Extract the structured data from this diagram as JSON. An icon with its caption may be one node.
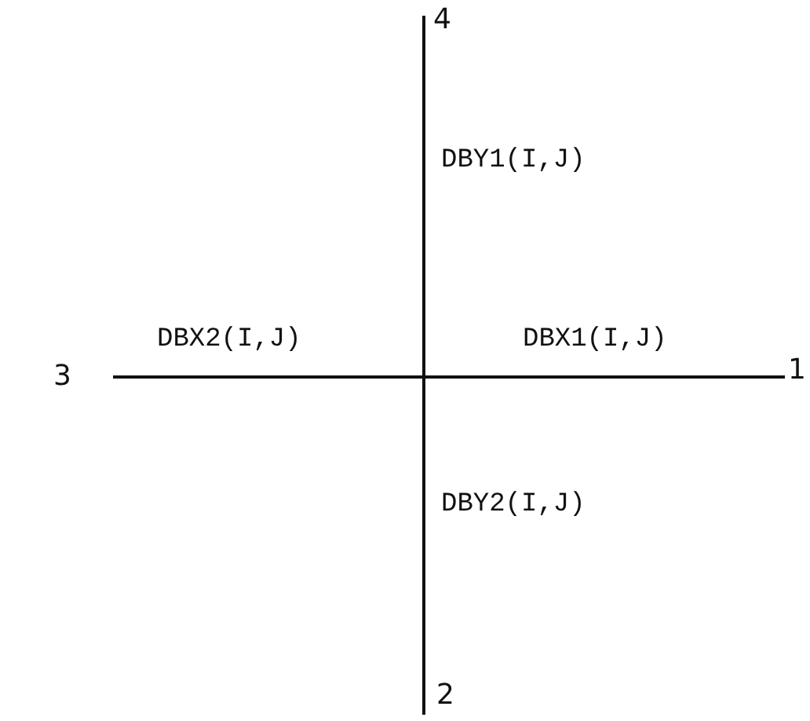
{
  "diagram": {
    "nodes": [
      {
        "text": [
          "4"
        ]
      },
      {
        "text": [
          "3"
        ]
      },
      {
        "text": [
          "1"
        ]
      },
      {
        "text": [
          "2"
        ]
      }
    ],
    "edges": [
      {
        "from": null,
        "to": 0,
        "arrow": "none",
        "label": "DBY1(I,J)"
      },
      {
        "from": null,
        "to": 1,
        "arrow": "none",
        "label": "DBX2(I,J)"
      },
      {
        "from": null,
        "to": 2,
        "arrow": "none",
        "label": "DBX1(I,J)"
      },
      {
        "from": null,
        "to": 3,
        "arrow": "none",
        "label": "DBY2(I,J)"
      }
    ]
  }
}
